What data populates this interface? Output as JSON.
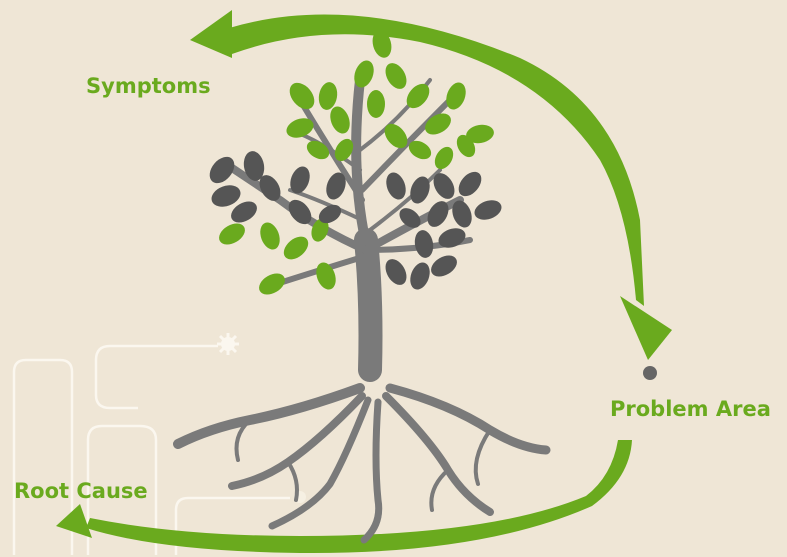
{
  "labels": {
    "symptoms": "Symptoms",
    "problem_area": "Problem Area",
    "root_cause": "Root Cause"
  },
  "colors": {
    "background": "#efe6d6",
    "accent_green": "#6aaa1e",
    "leaf_dark": "#555555",
    "trunk_gray": "#7a7a7a",
    "decor_line": "#fbf7ef",
    "marker_dot": "#666666"
  },
  "icons": [
    "gear-icon",
    "tree-illustration",
    "cycle-arrow"
  ]
}
